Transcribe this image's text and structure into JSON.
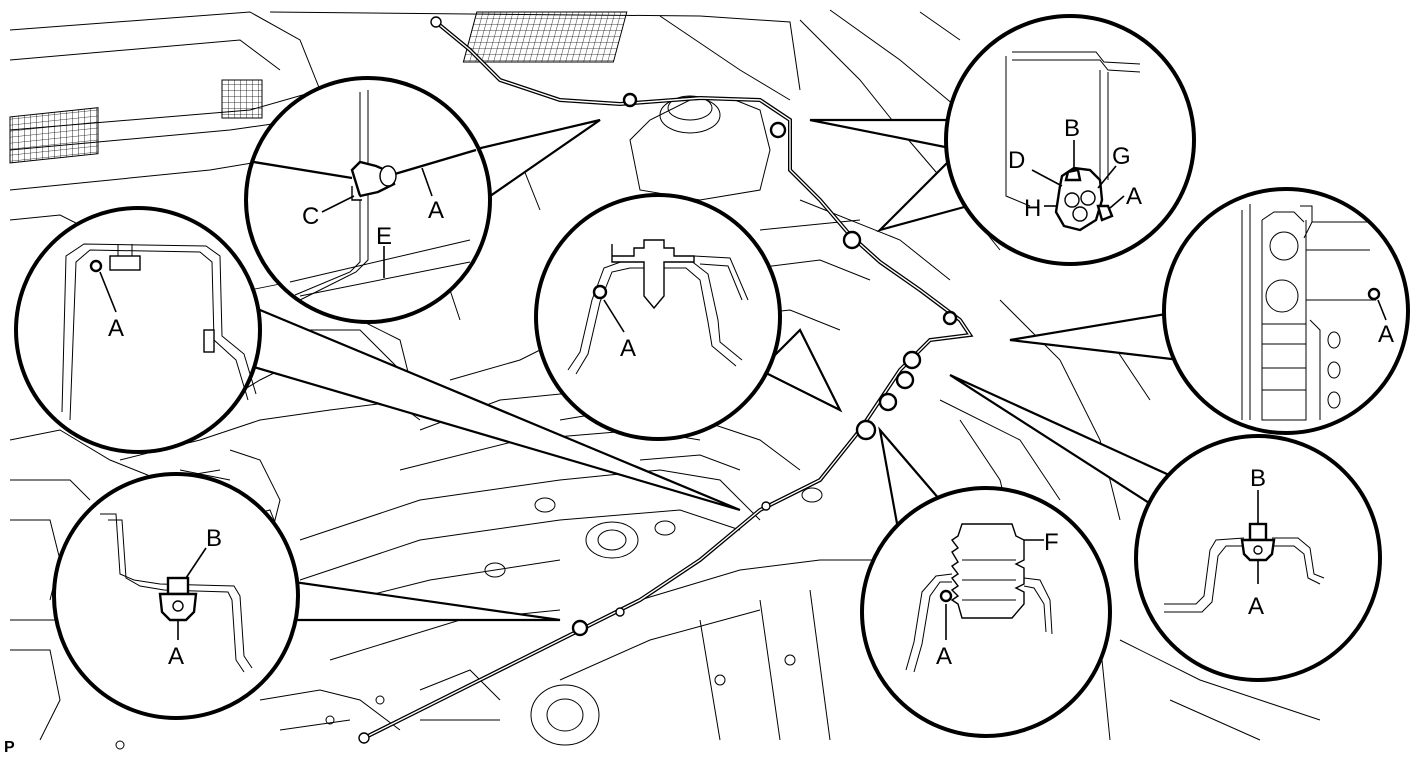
{
  "figure": {
    "corner_mark": "P"
  },
  "callouts": {
    "top_left": {
      "labels": [
        "C",
        "A",
        "E"
      ]
    },
    "left": {
      "labels": [
        "A"
      ]
    },
    "center": {
      "labels": [
        "A"
      ]
    },
    "top_right": {
      "labels": [
        "B",
        "D",
        "G",
        "A",
        "H"
      ]
    },
    "right": {
      "labels": [
        "A"
      ]
    },
    "bottom_left": {
      "labels": [
        "B",
        "A"
      ]
    },
    "bottom_center": {
      "labels": [
        "F",
        "A"
      ]
    },
    "bottom_right": {
      "labels": [
        "B",
        "A"
      ]
    }
  },
  "colors": {
    "ink": "#000000",
    "paper": "#ffffff"
  }
}
